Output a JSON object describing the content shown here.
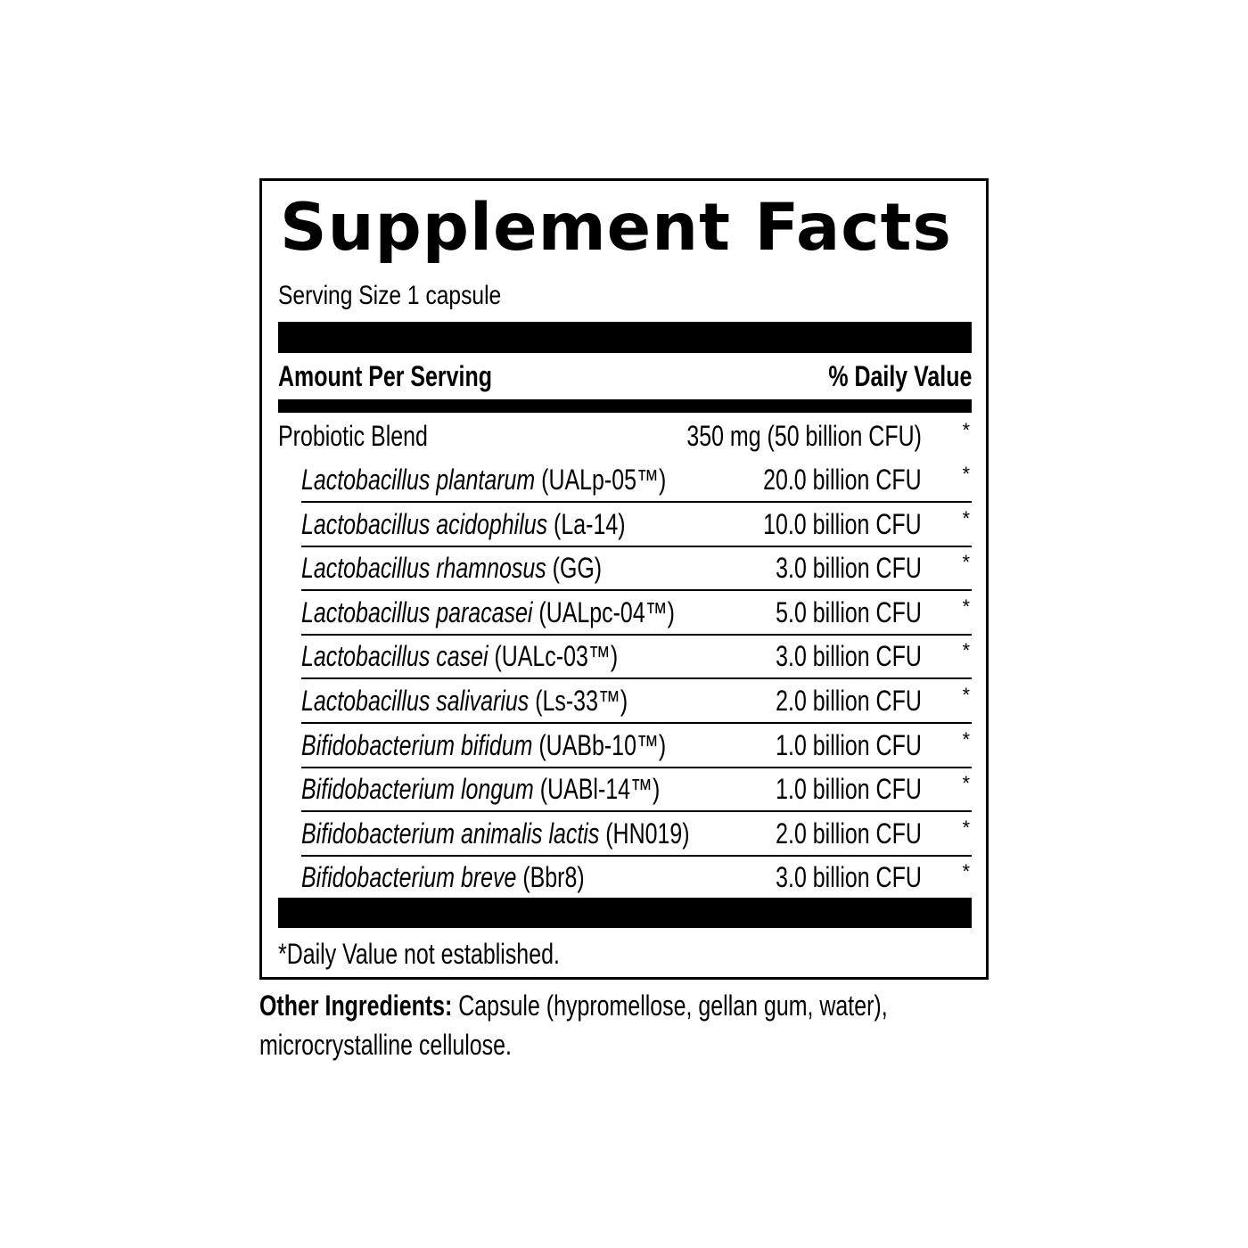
{
  "label": {
    "title": "Supplement Facts",
    "serving_size": "Serving Size 1 capsule",
    "amount_header": "Amount Per Serving",
    "dv_header": "% Daily Value",
    "blend": {
      "name": "Probiotic Blend",
      "amount": "350 mg (50 billion CFU)",
      "dv": "*"
    },
    "strains": [
      {
        "species": "Lactobacillus plantarum",
        "strain": " (UALp-05™)",
        "amount": "20.0 billion CFU",
        "dv": "*"
      },
      {
        "species": "Lactobacillus acidophilus",
        "strain": " (La-14)",
        "amount": "10.0 billion CFU",
        "dv": "*"
      },
      {
        "species": "Lactobacillus rhamnosus",
        "strain": " (GG)",
        "amount": "3.0 billion CFU",
        "dv": "*"
      },
      {
        "species": "Lactobacillus paracasei",
        "strain": " (UALpc-04™)",
        "amount": "5.0 billion CFU",
        "dv": "*"
      },
      {
        "species": "Lactobacillus casei",
        "strain": " (UALc-03™)",
        "amount": "3.0 billion CFU",
        "dv": "*"
      },
      {
        "species": "Lactobacillus salivarius",
        "strain": " (Ls-33™)",
        "amount": "2.0 billion CFU",
        "dv": "*"
      },
      {
        "species": "Bifidobacterium bifidum",
        "strain": " (UABb-10™)",
        "amount": "1.0 billion CFU",
        "dv": "*"
      },
      {
        "species": "Bifidobacterium longum",
        "strain": " (UABl-14™)",
        "amount": "1.0 billion CFU",
        "dv": "*"
      },
      {
        "species": "Bifidobacterium animalis lactis",
        "strain": " (HN019)",
        "amount": "2.0 billion CFU",
        "dv": "*"
      },
      {
        "species": "Bifidobacterium breve",
        "strain": " (Bbr8)",
        "amount": "3.0 billion CFU",
        "dv": "*"
      }
    ],
    "footnote": "*Daily Value not established."
  },
  "other_ingredients": {
    "label": "Other Ingredients:",
    "text": " Capsule (hypromellose, gellan gum, water), microcrystalline cellulose."
  }
}
